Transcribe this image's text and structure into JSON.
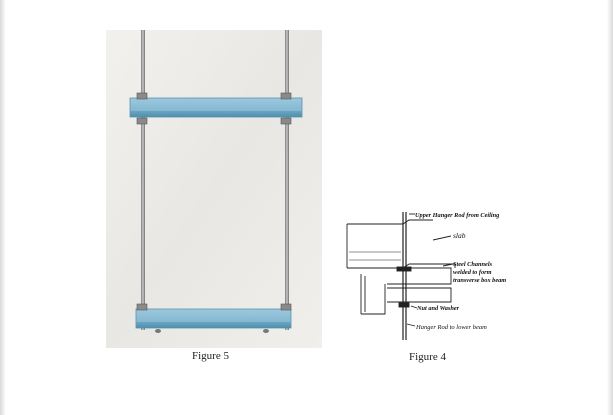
{
  "figures": [
    {
      "caption": "Figure 5",
      "kind": "photo"
    },
    {
      "caption": "Figure 4",
      "kind": "line-drawing",
      "labels": {
        "upper_rod": "Upper Hanger Rod from Ceiling",
        "slab": "slab",
        "channels_1": "Steel Channels",
        "channels_2": "welded to form",
        "channels_3": "transverse box beam",
        "nut": "Nut and Washer",
        "lower_rod": "Hanger Rod to lower beam"
      }
    }
  ],
  "colors": {
    "beam": "#7fb4cf",
    "rod": "#9a9a9a",
    "photo_background": "#ecebe8"
  }
}
